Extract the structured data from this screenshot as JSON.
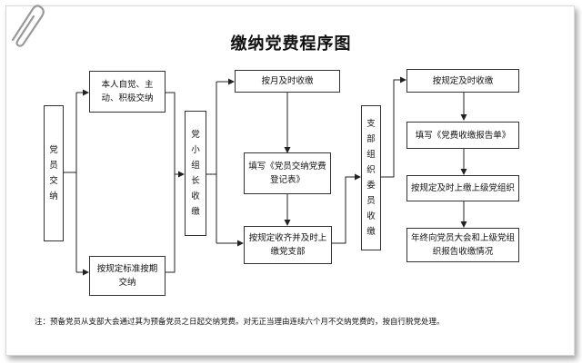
{
  "title": "缴纳党费程序图",
  "boxes": {
    "party_member": "党员交纳",
    "self_pay": "本人自觉、主动、积极交纳",
    "standard_pay": "按规定标准按期交纳",
    "group_leader": "党小组长收缴",
    "monthly_collect": "按月及时收缴",
    "fill_register": "填写《党员交纳党费登记表》",
    "submit_branch": "按规定收齐并及时上缴党支部",
    "branch_committee": "支部组织委员收缴",
    "timely_collect": "按规定及时收缴",
    "fill_report": "填写《党费收缴报告单》",
    "submit_upper": "按规定及时上缴上级党组织",
    "year_end_report": "年终向党员大会和上级党组织报告收缴情况"
  },
  "note": "注：预备党员从支部大会通过其为预备党员之日起交纳党费。对无正当理由连续六个月不交纳党费的，按自行脱党处理。"
}
